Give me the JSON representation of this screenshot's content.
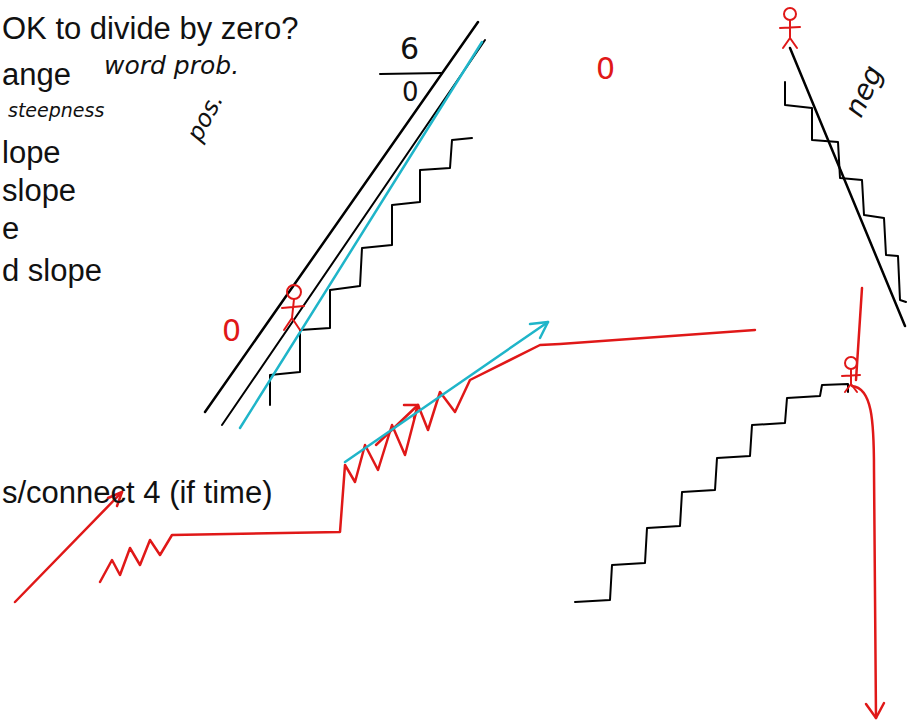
{
  "diagram": {
    "labels": [
      "OK to divide by zero?",
      "ange",
      "word prob.",
      "steepness",
      "lope",
      "slope",
      "e",
      "d slope",
      "s/connect 4 (if time)",
      "6",
      "0",
      "pos.",
      "neg",
      "0",
      "0"
    ]
  }
}
